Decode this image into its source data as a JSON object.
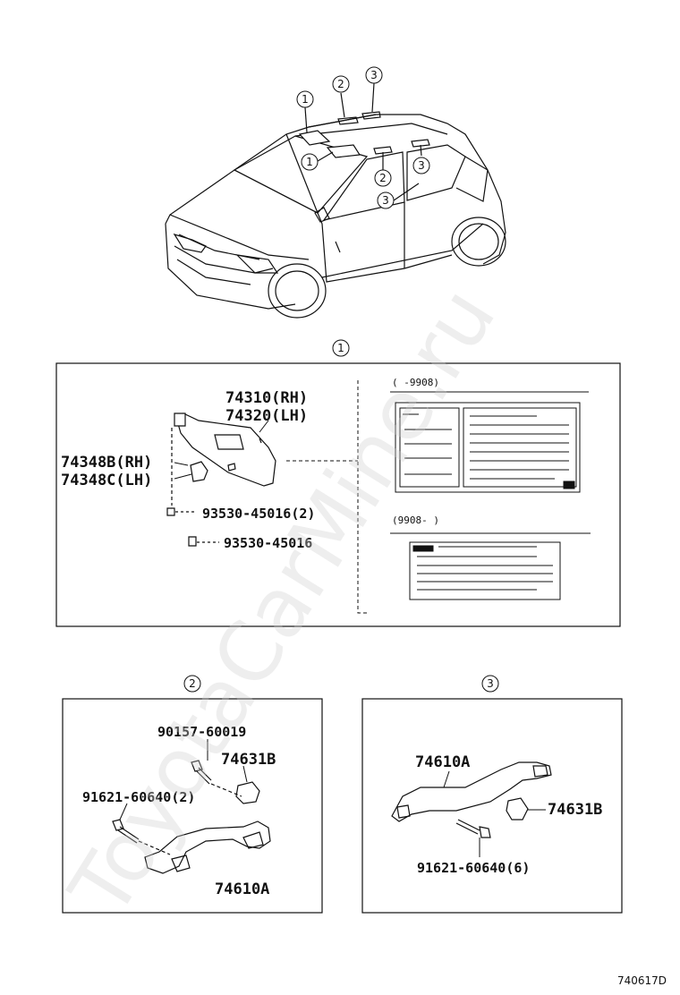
{
  "callouts": {
    "c1": "1",
    "c2": "2",
    "c3": "3"
  },
  "section1": {
    "part_visor_rh": "74310(RH)",
    "part_visor_lh": "74320(LH)",
    "part_holder_rh": "74348B(RH)",
    "part_holder_lh": "74348C(LH)",
    "part_screw_qty": "93530-45016(2)",
    "part_screw": "93530-45016",
    "label_period_upto": "(      -9908)",
    "label_period_from": "(9908-      )"
  },
  "section2": {
    "part_bolt": "90157-60019",
    "part_cap": "74631B",
    "part_screw_qty": "91621-60640(2)",
    "part_grip": "74610A"
  },
  "section3": {
    "part_grip": "74610A",
    "part_cap": "74631B",
    "part_screw_qty": "91621-60640(6)"
  },
  "watermark": "ToyotaCarMine.ru",
  "drawing_code": "740617D"
}
